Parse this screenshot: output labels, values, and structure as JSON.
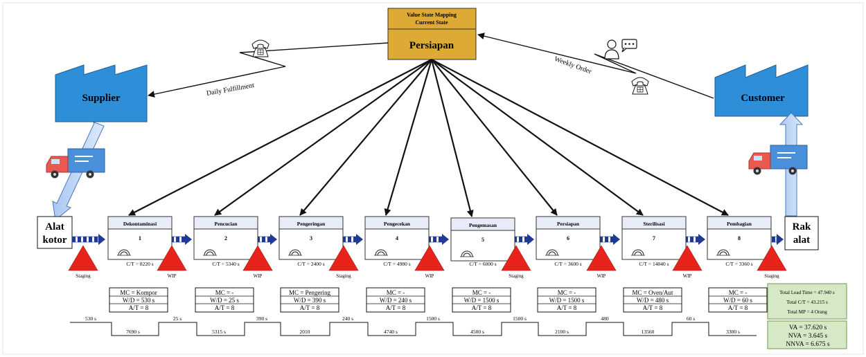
{
  "control": {
    "title_line1": "Value State Mapping",
    "title_line2": "Current State",
    "name": "Persiapan"
  },
  "supplier": {
    "label": "Supplier"
  },
  "customer": {
    "label": "Customer"
  },
  "info_flows": {
    "daily": "Daily Fulfillment",
    "weekly": "Weekly Order"
  },
  "start": {
    "line1": "Alat",
    "line2": "kotor"
  },
  "end": {
    "line1": "Rak",
    "line2": "alat"
  },
  "processes": [
    {
      "name": "Dekontaminasi",
      "number": "1",
      "ct": "C/T = 8220 s",
      "mc": "MC = Kompor",
      "wd": "W/D = 530 s",
      "at": "A/T = 8"
    },
    {
      "name": "Pencucian",
      "number": "2",
      "ct": "C/T = 5340 s",
      "mc": "MC = -",
      "wd": "W/D = 25 s",
      "at": "A/T = 8"
    },
    {
      "name": "Pengeringan",
      "number": "3",
      "ct": "C/T = 2400 s",
      "mc": "MC = Pengering",
      "wd": "W/D = 390 s",
      "at": "A/T = 8"
    },
    {
      "name": "Pengecekan",
      "number": "4",
      "ct": "C/T = 4980 s",
      "mc": "MC = -",
      "wd": "W/D = 240 s",
      "at": "A/T = 8"
    },
    {
      "name": "Pengemasan",
      "number": "5",
      "ct": "C/T = 6000 s",
      "mc": "MC = -",
      "wd": "W/D = 1500 s",
      "at": "A/T = 8"
    },
    {
      "name": "Persiapan",
      "number": "6",
      "ct": "C/T = 3600 s",
      "mc": "MC = -",
      "wd": "W/D = 1500 s",
      "at": "A/T = 8"
    },
    {
      "name": "Sterilisasi",
      "number": "7",
      "ct": "C/T = 14040 s",
      "mc": "MC = Oven/Aut",
      "wd": "W/D = 480 s",
      "at": "A/T = 8"
    },
    {
      "name": "Pembagian",
      "number": "8",
      "ct": "C/T = 3360 s",
      "mc": "MC = -",
      "wd": "W/D = 60 s",
      "at": "A/T = 8"
    }
  ],
  "inventories": [
    "Staging",
    "WIP",
    "WIP",
    "Staging",
    "WIP",
    "Staging",
    "WIP",
    "WIP",
    "Staging"
  ],
  "timeline": {
    "upper": [
      "530 s",
      "25 s",
      "390 s",
      "240 s",
      "1500 s",
      "1500 s",
      "480",
      "60 s"
    ],
    "lower": [
      "7690 s",
      "5315 s",
      "2010",
      "4740 s",
      "4500 s",
      "2100 s",
      "13560",
      "3300 s"
    ]
  },
  "summary": {
    "lead_time": "Total Lead Time = 47.940 s",
    "ct": "Total C/T = 43.215 s",
    "mp": "Total MP = 4 Orang",
    "va": "VA = 37.620  s",
    "nva": "NVA = 3.645  s",
    "nnva": "NNVA = 6.675  s"
  },
  "colors": {
    "factory": "#2e8ed8",
    "control_fill": "#dcaa35",
    "process_header": "#e8ecf8",
    "triangle": "#e8231c",
    "push_arrow": "#1f3a93",
    "summary_fill": "#d6e8c5",
    "truck_body": "#4a8fd9",
    "truck_cab": "#e85a4f"
  },
  "icons": [
    "phone-icon",
    "person-chat-icon",
    "truck-icon",
    "factory-icon"
  ]
}
